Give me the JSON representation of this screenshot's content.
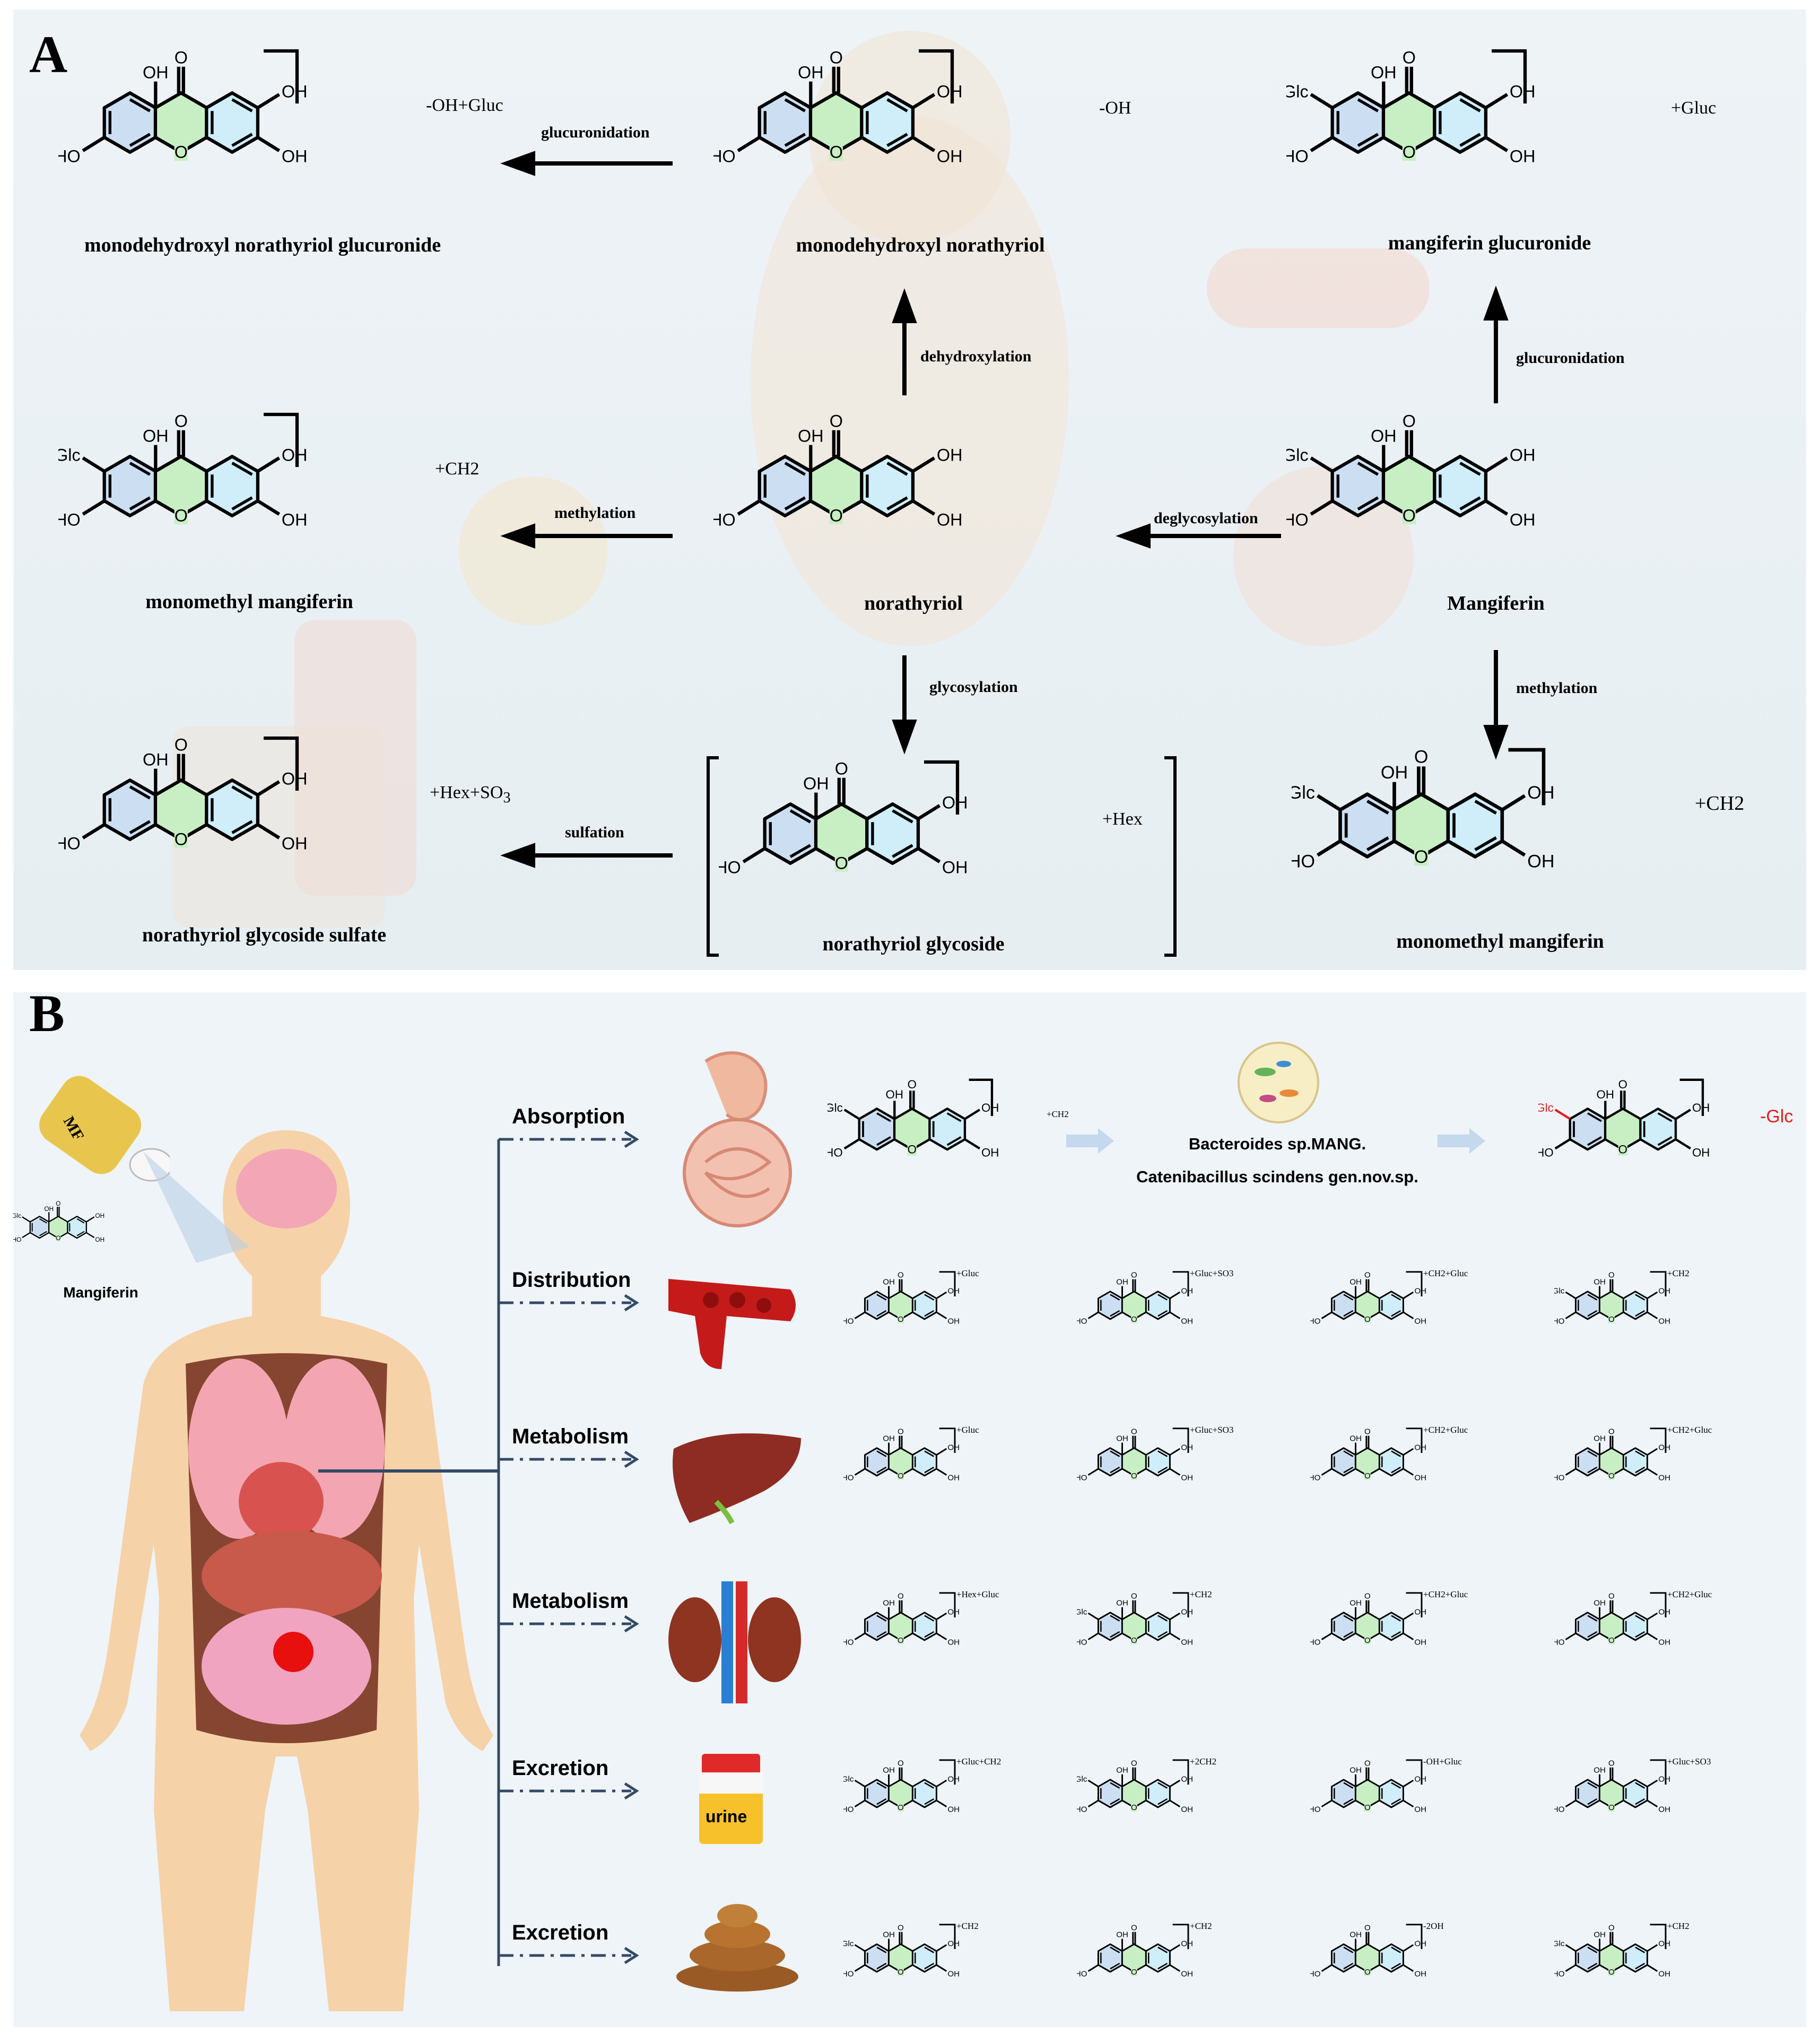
{
  "panels": {
    "a": "A",
    "b": "B"
  },
  "colors": {
    "ringA": "#ccdff2",
    "ringB": "#c8efc4",
    "ringC": "#cfeefa",
    "red": "#e02020",
    "arrow": "#000000",
    "dashArrow": "#334a66"
  },
  "panelA": {
    "compounds": [
      {
        "id": "c1",
        "name": "monodehydroxyl norathyriol glucuronide",
        "mod": "-OH+Gluc"
      },
      {
        "id": "c2",
        "name": "monodehydroxyl norathyriol",
        "mod": "-OH"
      },
      {
        "id": "c3",
        "name": "mangiferin glucuronide",
        "mod": "+Gluc"
      },
      {
        "id": "c4",
        "name": "monomethyl mangiferin",
        "mod": "+CH2"
      },
      {
        "id": "c5",
        "name": "norathyriol",
        "mod": ""
      },
      {
        "id": "c6",
        "name": "Mangiferin",
        "mod": ""
      },
      {
        "id": "c7",
        "name": "norathyriol glycoside sulfate",
        "mod": "+Hex+SO"
      },
      {
        "id": "c8",
        "name": "norathyriol glycoside",
        "mod": "+Hex"
      },
      {
        "id": "c9",
        "name": "monomethyl mangiferin",
        "mod": "+CH2"
      }
    ],
    "sulfate_subscript": "3",
    "reactions": [
      {
        "id": "r1",
        "label": "glucuronidation"
      },
      {
        "id": "r2",
        "label": "dehydroxylation"
      },
      {
        "id": "r3",
        "label": "glucuronidation"
      },
      {
        "id": "r4",
        "label": "methylation"
      },
      {
        "id": "r5",
        "label": "deglycosylation"
      },
      {
        "id": "r6",
        "label": "glycosylation"
      },
      {
        "id": "r7",
        "label": "methylation"
      },
      {
        "id": "r8",
        "label": "sulfation"
      }
    ],
    "atoms": {
      "oh": "OH",
      "ho": "HO",
      "o": "O",
      "glc": "Glc"
    }
  },
  "panelB": {
    "drug_label": "MF",
    "mangiferin_label": "Mangiferin",
    "bacteria": [
      "Bacteroides sp.MANG.",
      "Catenibacillus scindens gen.nov.sp."
    ],
    "absorption": {
      "mod_in": "+CH2",
      "mod_out": "-Glc",
      "glc_red": "Glc"
    },
    "stages": [
      {
        "label": "Absorption",
        "organ": "intestine-icon",
        "mods": []
      },
      {
        "label": "Distribution",
        "organ": "blood-vessel-icon",
        "mods": [
          "+Gluc",
          "+Gluc+SO3",
          "+CH2+Gluc",
          "+CH2"
        ]
      },
      {
        "label": "Metabolism",
        "organ": "liver-icon",
        "mods": [
          "+Gluc",
          "+Gluc+SO3",
          "+CH2+Gluc",
          "+CH2+Gluc"
        ]
      },
      {
        "label": "Metabolism",
        "organ": "kidney-icon",
        "mods": [
          "+Hex+Gluc",
          "+CH2",
          "+CH2+Gluc",
          "+CH2+Gluc"
        ]
      },
      {
        "label": "Excretion",
        "organ": "urine-cup-icon",
        "mods": [
          "+Gluc+CH2",
          "+2CH2",
          "-OH+Gluc",
          "+Gluc+SO3"
        ]
      },
      {
        "label": "Excretion",
        "organ": "feces-icon",
        "mods": [
          "+CH2",
          "+CH2",
          "-2OH",
          "+CH2"
        ]
      }
    ],
    "urine_label": "urine"
  }
}
